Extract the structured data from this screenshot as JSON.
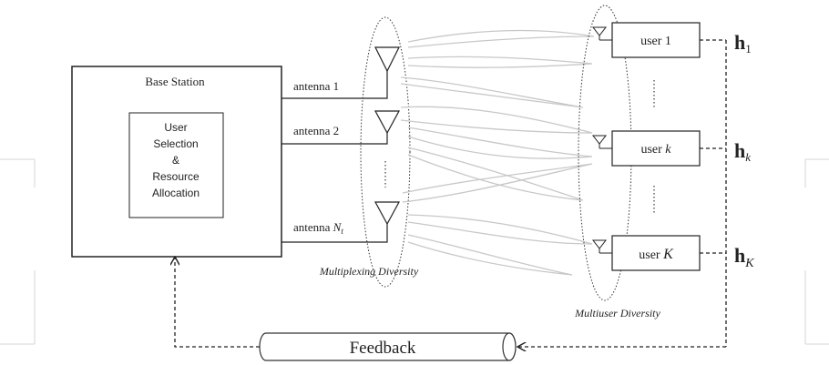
{
  "base_station": {
    "title": "Base Station",
    "inner_lines": [
      "User",
      "Selection",
      "&",
      "Resource",
      "Allocation"
    ]
  },
  "antennas": {
    "antenna_1": "antenna 1",
    "antenna_2": "antenna 2",
    "antenna_n_prefix": "antenna ",
    "antenna_n_var": "N",
    "antenna_n_sub": "t"
  },
  "users": {
    "user_1_prefix": "user ",
    "user_1_num": "1",
    "user_k_prefix": "user ",
    "user_k_var": "k",
    "user_K_prefix": "user ",
    "user_K_var": "K"
  },
  "channels": {
    "h": "h",
    "h1_sub": "1",
    "hk_sub": "k",
    "hK_sub": "K"
  },
  "labels": {
    "multiplexing": "Multiplexing Diversity",
    "multiuser": "Multiuser Diversity",
    "feedback": "Feedback"
  },
  "colors": {
    "line": "#222222",
    "beam": "#c8c8c8",
    "side_bracket": "#d6d6d6"
  }
}
